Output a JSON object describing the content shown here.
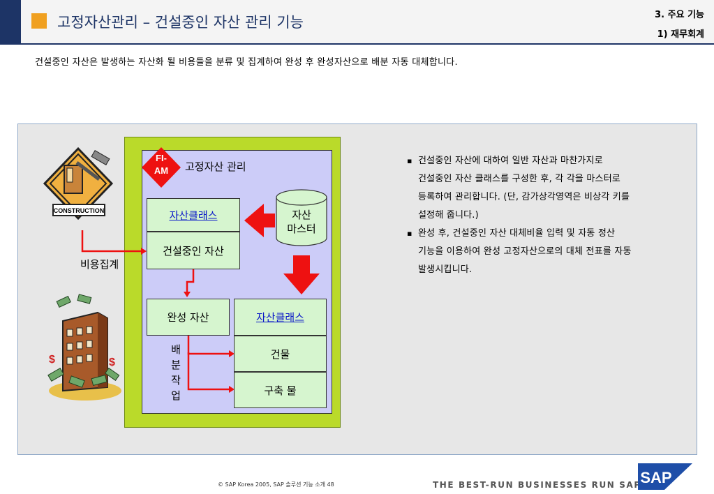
{
  "header": {
    "title": "고정자산관리 – 건설중인 자산 관리 기능",
    "section": "3. 주요 기능",
    "subsection": "1) 재무회계"
  },
  "intro": "건설중인 자산은 발생하는 자산화 될 비용들을 분류 및 집계하여 완성 후 완성자산으로 배분 자동 대체합니다.",
  "diagram": {
    "construction_sign": "CONSTRUCTION",
    "fiam_badge": [
      "FI-",
      "AM"
    ],
    "fixed_asset_title": "고정자산 관리",
    "asset_class_left": "자산클래스",
    "cip_asset": "건설중인 자산",
    "asset_master": [
      "자산",
      "마스터"
    ],
    "cost_collection": "비용집계",
    "completed_asset": "완성 자산",
    "asset_class_right": "자산클래스",
    "building": "건물",
    "structure": "구축 물",
    "distribution": [
      "배",
      "분",
      "작",
      "업"
    ]
  },
  "bullets": [
    [
      "건설중인 자산에 대하여 일반 자산과 마찬가지로",
      "건설중인 자산 클래스를 구성한 후, 각 각을 마스터로",
      "등록하여 관리합니다. (단, 감가상각영역은 비상각 키를",
      "설정해 줍니다.)"
    ],
    [
      " 완성 후, 건설중인 자산 대체비율 입력 및 자동 정산",
      "기능을 이용하여 완성 고정자산으로의 대체 전표를 자동",
      "발생시킵니다."
    ]
  ],
  "footer": {
    "copyright": "©  SAP Korea 2005, SAP 솔루션 기능 소개   48",
    "slogan": "THE BEST-RUN BUSINESSES RUN SAP",
    "logo": "SAP"
  },
  "colors": {
    "navy": "#1d3466",
    "orange": "#f0a020",
    "green": "#bada2a",
    "purple": "#ccccf8",
    "red": "#ee1111"
  }
}
